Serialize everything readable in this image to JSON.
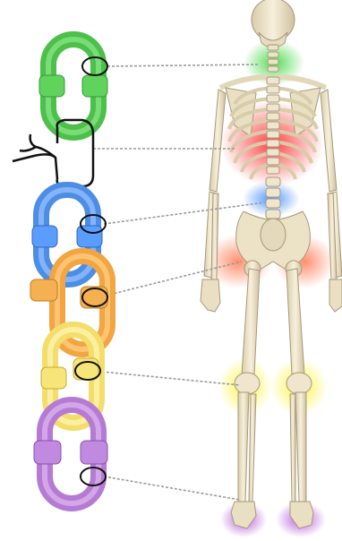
{
  "figure": {
    "colors": {
      "neck": "#5fd35c",
      "thoracic": "#ff4a4a",
      "lumbar": "#5b9cff",
      "hip": "#ff7a4a",
      "knee": "#ffe84a",
      "foot": "#b36ad6",
      "broken_link": "#111111",
      "bone": "#efe6cf",
      "bone_shade": "#cdbf9c",
      "connector": "#9a9a9a"
    },
    "links": [
      {
        "id": "neck",
        "color_key": "neck"
      },
      {
        "id": "thoracic",
        "color_key": "broken_link"
      },
      {
        "id": "lumbar",
        "color_key": "lumbar"
      },
      {
        "id": "hip",
        "color_key": "hip"
      },
      {
        "id": "knee",
        "color_key": "knee"
      },
      {
        "id": "foot",
        "color_key": "foot"
      }
    ]
  }
}
